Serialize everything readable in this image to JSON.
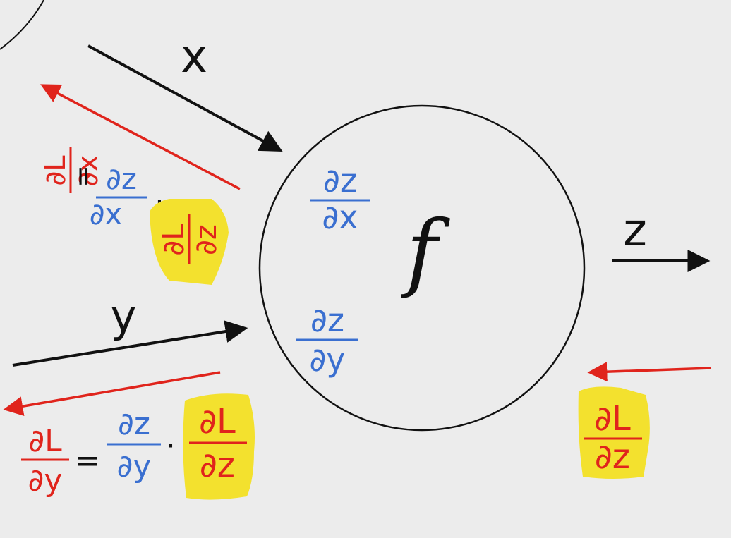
{
  "colors": {
    "background": "#ececec",
    "ink": "#111111",
    "forward": "#111111",
    "local_gradient": "#3a6fd0",
    "upstream_gradient": "#e0241c",
    "highlight": "#f3e12e"
  },
  "node": {
    "function_label": "f",
    "local_grad_x": {
      "num": "∂z",
      "den": "∂x"
    },
    "local_grad_y": {
      "num": "∂z",
      "den": "∂y"
    }
  },
  "inputs": {
    "x_label": "x",
    "y_label": "y"
  },
  "output": {
    "z_label": "z"
  },
  "gradients": {
    "upstream": {
      "num": "∂L",
      "den": "∂z"
    },
    "dL_dx": {
      "lhs": {
        "num": "∂L",
        "den": "∂x"
      },
      "equals": "=",
      "local": {
        "num": "∂z",
        "den": "∂x"
      },
      "times": "·",
      "upstream": {
        "num": "∂L",
        "den": "∂z"
      }
    },
    "dL_dy": {
      "lhs": {
        "num": "∂L",
        "den": "∂y"
      },
      "equals": "=",
      "local": {
        "num": "∂z",
        "den": "∂y"
      },
      "times": "·",
      "upstream": {
        "num": "∂L",
        "den": "∂z"
      }
    }
  }
}
